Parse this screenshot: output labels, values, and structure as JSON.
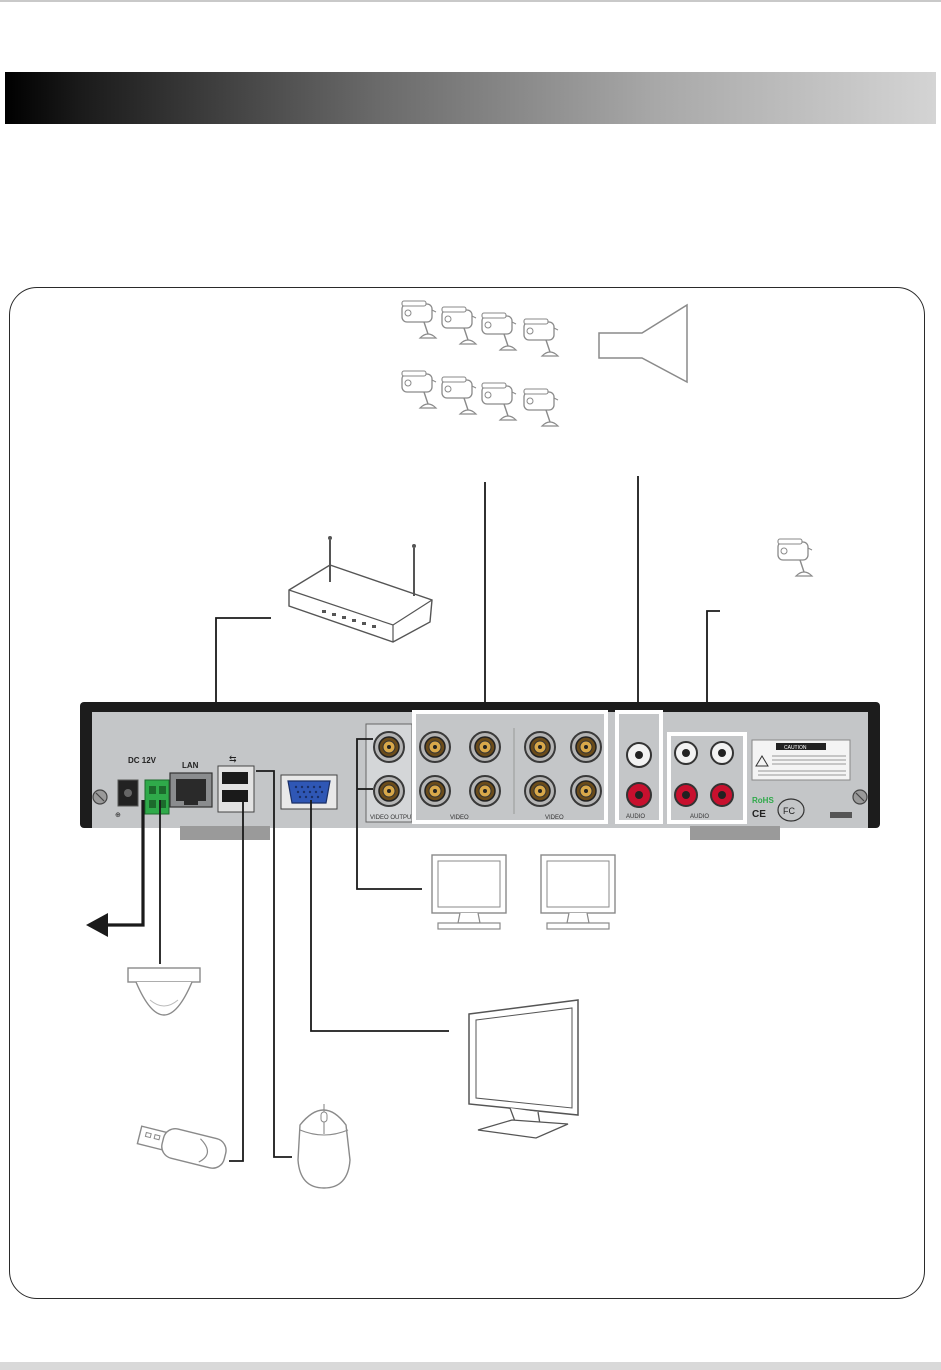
{
  "colors": {
    "header_gradient_start": "#000000",
    "header_gradient_end": "#d4d4d4",
    "device_body": "#1c1c1c",
    "device_panel": "#c4c6c8",
    "terminal_green": "#2faa4a",
    "vga_blue": "#2f57b5",
    "rca_red": "#c8102e",
    "rca_white": "#f2f2f2",
    "line": "#1a1a1a",
    "icon_stroke": "#8a8a8a"
  },
  "panel": {
    "power_label": "DC 12V",
    "lan_label": "LAN",
    "video_output_label": "VIDEO OUTPUT",
    "video_label": "VIDEO",
    "audio_label": "AUDIO",
    "caution_label": "CAUTION",
    "rohs_label": "RoHS",
    "ce_label": "CE",
    "fc_label": "FC"
  },
  "icons": [
    "camera-icon",
    "speaker-icon",
    "router-icon",
    "microphone-camera-icon",
    "dome-camera-icon",
    "usb-flash-drive-icon",
    "mouse-icon",
    "vga-monitor-icon",
    "spot-monitor-icon",
    "power-arrow-icon"
  ]
}
